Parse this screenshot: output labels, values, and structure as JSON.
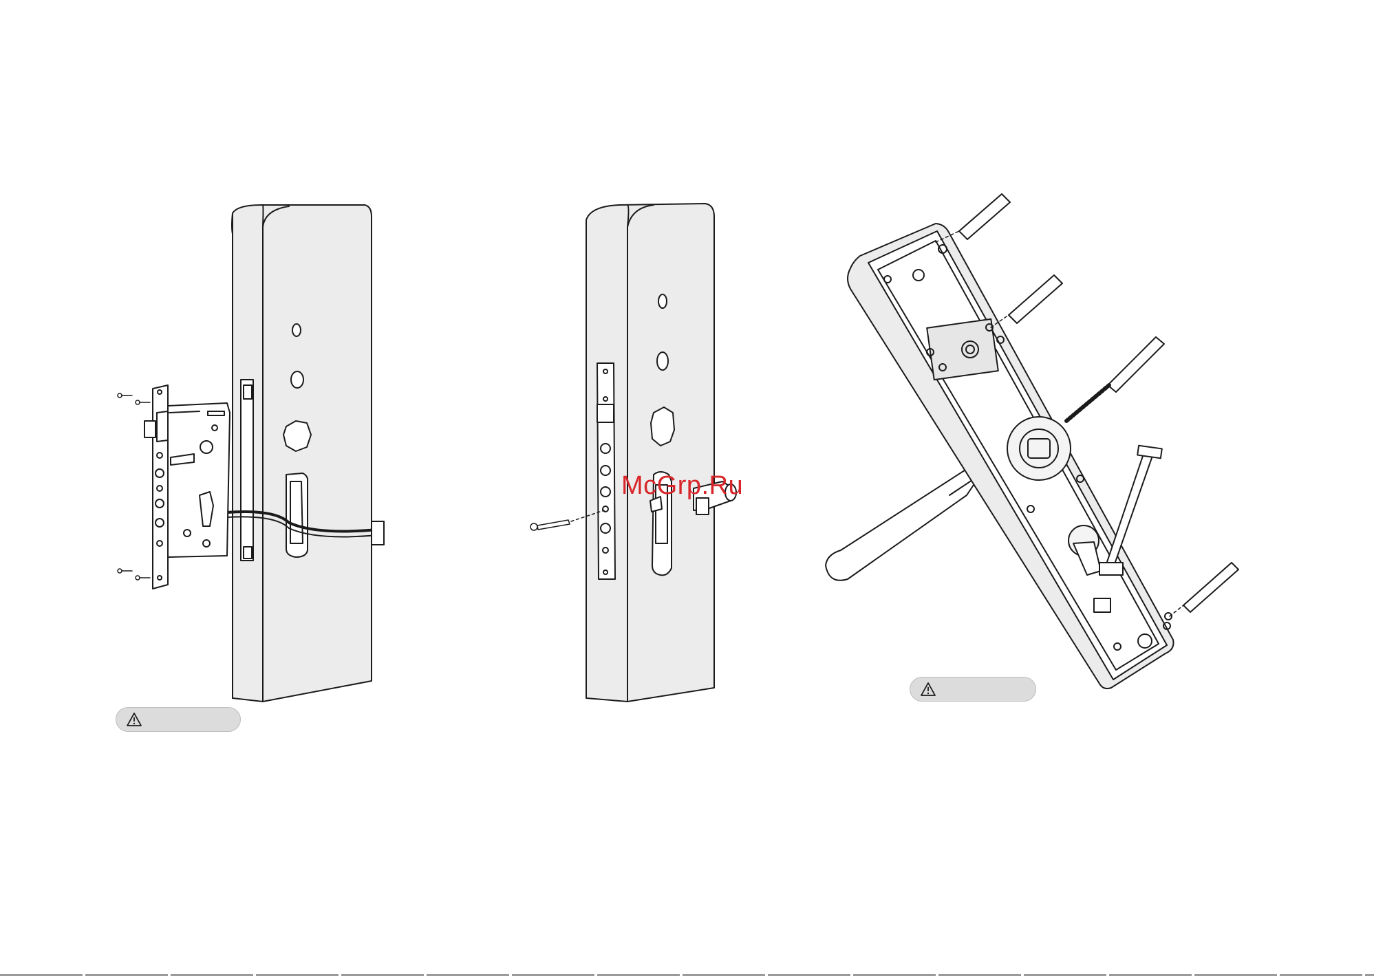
{
  "watermark": {
    "text": "McGrp.Ru",
    "color": "#d8262a"
  },
  "figures": [
    {
      "name": "mortise-lock-install",
      "warning_icon": "warning-triangle-icon"
    },
    {
      "name": "cylinder-install",
      "warning_icon": null
    },
    {
      "name": "back-panel-install",
      "warning_icon": "warning-triangle-icon"
    }
  ],
  "colors": {
    "door_fill": "#ececec",
    "line": "#1a1a1a",
    "pill": "#dcdcdc"
  }
}
